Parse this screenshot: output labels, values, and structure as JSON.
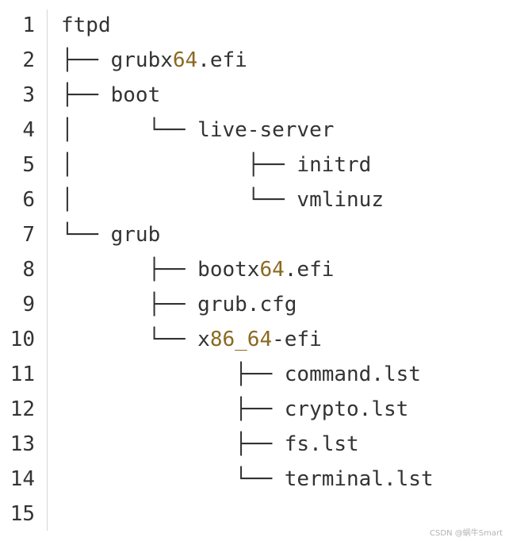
{
  "code_block": {
    "line_numbers": [
      "1",
      "2",
      "3",
      "4",
      "5",
      "6",
      "7",
      "8",
      "9",
      "10",
      "11",
      "12",
      "13",
      "14",
      "15"
    ],
    "lines": [
      [
        {
          "t": "ftpd",
          "k": "text"
        }
      ],
      [
        {
          "t": "├── grubx",
          "k": "text"
        },
        {
          "t": "64",
          "k": "num"
        },
        {
          "t": ".efi",
          "k": "text"
        }
      ],
      [
        {
          "t": "├── boot",
          "k": "text"
        }
      ],
      [
        {
          "t": "│      └── live-server",
          "k": "text"
        }
      ],
      [
        {
          "t": "│              ├── initrd",
          "k": "text"
        }
      ],
      [
        {
          "t": "│              └── vmlinuz",
          "k": "text"
        }
      ],
      [
        {
          "t": "└── grub",
          "k": "text"
        }
      ],
      [
        {
          "t": "       ├── bootx",
          "k": "text"
        },
        {
          "t": "64",
          "k": "num"
        },
        {
          "t": ".efi",
          "k": "text"
        }
      ],
      [
        {
          "t": "       ├── grub.cfg",
          "k": "text"
        }
      ],
      [
        {
          "t": "       └── x",
          "k": "text"
        },
        {
          "t": "86_64",
          "k": "num"
        },
        {
          "t": "-efi",
          "k": "text"
        }
      ],
      [
        {
          "t": "              ├── command.lst",
          "k": "text"
        }
      ],
      [
        {
          "t": "              ├── crypto.lst",
          "k": "text"
        }
      ],
      [
        {
          "t": "              ├── fs.lst",
          "k": "text"
        }
      ],
      [
        {
          "t": "              └── terminal.lst",
          "k": "text"
        }
      ],
      [
        {
          "t": "",
          "k": "text"
        }
      ]
    ],
    "colors": {
      "text": "#333333",
      "number_token": "#8a6a20",
      "gutter_rule": "#d6d6d6",
      "background": "#ffffff"
    }
  },
  "watermark": "CSDN @蜗牛Smart"
}
